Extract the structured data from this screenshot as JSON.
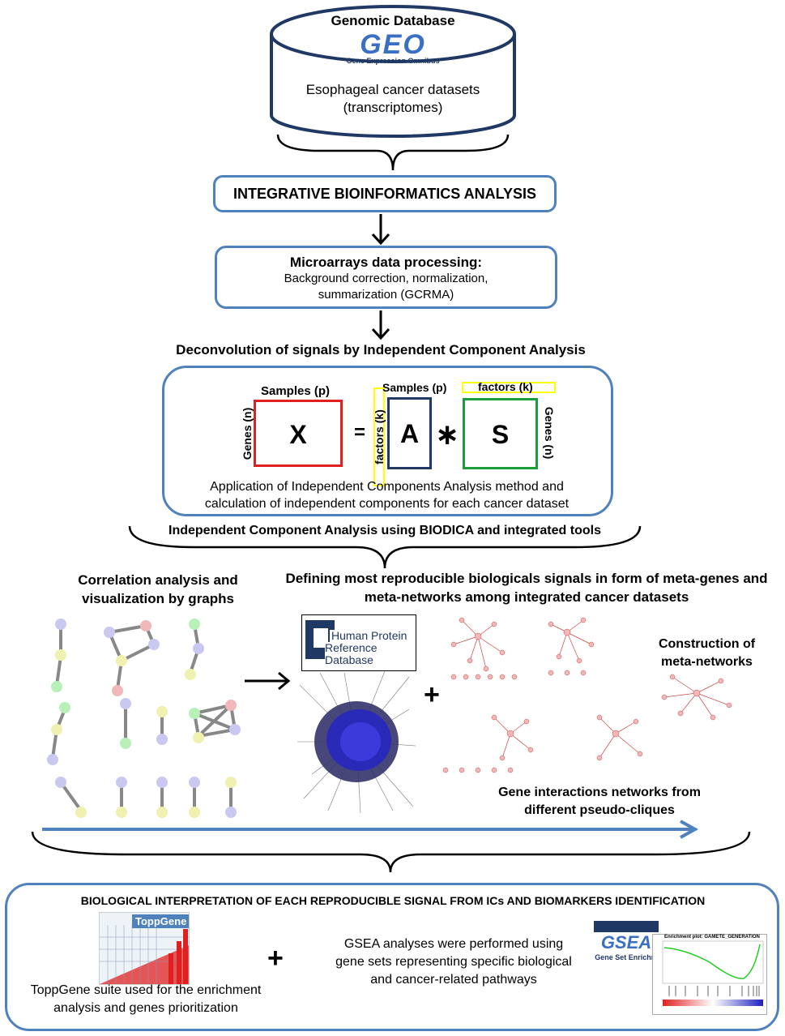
{
  "database": {
    "title": "Genomic Database",
    "logo_text": "GEO",
    "logo_subtitle": "Gene Expression Omnibus",
    "desc_line1": "Esophageal  cancer datasets",
    "desc_line2": "(transcriptomes)"
  },
  "integrative": {
    "label": "INTEGRATIVE BIOINFORMATICS ANALYSIS"
  },
  "microarray": {
    "title": "Microarrays data processing:",
    "line1": "Background correction, normalization,",
    "line2": "summarization (GCRMA)"
  },
  "deconvolution": {
    "heading": "Deconvolution of signals by Independent Component Analysis"
  },
  "equation": {
    "samples_p_left": "Samples (p)",
    "genes_n_left": "Genes (n)",
    "X": "X",
    "equals": "=",
    "samples_p_mid": "Samples (p)",
    "factors_k_mid": "factors (k)",
    "A": "A",
    "times": "∗",
    "factors_k_top": "factors (k)",
    "S": "S",
    "genes_n_right": "Genes (n)",
    "desc_line1": "Application of Independent Components Analysis method and",
    "desc_line2": "calculation of independent components for each cancer dataset"
  },
  "ica_tools": {
    "label": "Independent Component Analysis using BIODICA and integrated tools"
  },
  "correlation": {
    "line1": "Correlation analysis and",
    "line2": "visualization by graphs"
  },
  "defining": {
    "line1": "Defining most reproducible biologicals signals in form of meta-genes and",
    "line2": "meta-networks among integrated cancer datasets"
  },
  "hprd": {
    "line1": "Human Protein",
    "line2": "Reference Database"
  },
  "plus": "+",
  "construction": {
    "line1": "Construction of",
    "line2": "meta-networks"
  },
  "gene_interactions": {
    "line1": "Gene interactions networks from",
    "line2": "different pseudo-cliques"
  },
  "bio_interp": {
    "title": "BIOLOGICAL INTERPRETATION OF EACH REPRODUCIBLE SIGNAL FROM ICs AND BIOMARKERS IDENTIFICATION"
  },
  "toppgene": {
    "logo_text": "ToppGene",
    "line1": "ToppGene suite used for the enrichment",
    "line2": "analysis  and genes  prioritization"
  },
  "gsea": {
    "line1": "GSEA analyses  were performed using",
    "line2": "gene sets representing specific biological",
    "line3": "and cancer-related pathways",
    "logo_text": "GSEA",
    "logo_subtitle": "Gene Set Enrichm",
    "plot_title": "Enrichment plot: GAMETE_GENERATION"
  },
  "colors": {
    "box_border": "#4f81bd",
    "x_box": "#e02020",
    "a_box": "#1f3864",
    "s_box": "#1a9e3a",
    "highlight": "#ffff00",
    "cylinder": "#1f3864"
  }
}
